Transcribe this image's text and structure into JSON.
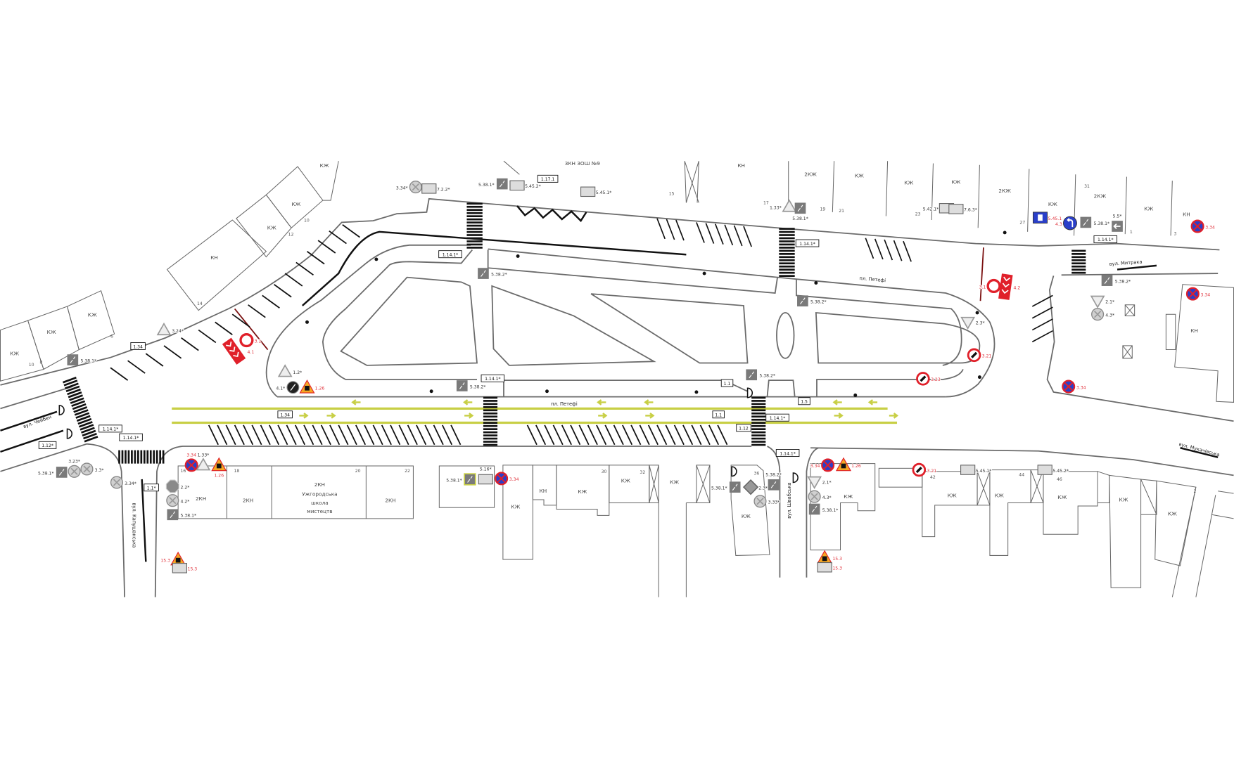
{
  "streets": [
    "вул. Чейбен",
    "вул. Капушанська",
    "вул. Швабська",
    "вул. Митрака",
    "вул. Мукачівська",
    "пл. Петефі",
    "пл. Петефі"
  ],
  "buildings": [
    "КЖ",
    "КЖ",
    "КЖ",
    "КН",
    "КЖ",
    "КЖ",
    "КЖ",
    "3КН  ЗОШ №9",
    "КН",
    "2КЖ",
    "КЖ",
    "КЖ",
    "КЖ",
    "2КЖ",
    "КЖ",
    "2КЖ",
    "КЖ",
    "КН",
    "КН",
    "2КН",
    "2КН",
    "2КН",
    "Ужгородська",
    "школа",
    "мистецтв",
    "2КН",
    "КН",
    "КЖ",
    "КЖ",
    "КЖ",
    "КЖ",
    "КЖ",
    "КЖ",
    "КЖ",
    "КЖ",
    "КЖ",
    "КЖ",
    "КЖ"
  ],
  "house_numbers": [
    "10",
    "8",
    "6",
    "14",
    "12",
    "10",
    "15",
    "17",
    "19",
    "21",
    "23",
    "27",
    "31",
    "1",
    "3",
    "16",
    "18",
    "20",
    "22",
    "30",
    "32",
    "36",
    "42",
    "44",
    "46",
    "2"
  ],
  "markings": [
    "1.34",
    "1.34",
    "1.14.1*",
    "1.14.1*",
    "1.14.1*",
    "1.14.1*",
    "1.14.1*",
    "1.14.1*",
    "1.14.1*",
    "1.14.1*",
    "1.12*",
    "1.1*",
    "1.17.1",
    "1.1",
    "1.1",
    "1.12",
    "1.5"
  ],
  "signs": [
    {
      "code": "3.34*",
      "icon": "no-stopping-existing",
      "status": "existing"
    },
    {
      "code": "7.2.2*",
      "icon": "plate",
      "status": "existing"
    },
    {
      "code": "5.38.1*",
      "icon": "crossing-sign",
      "status": "existing"
    },
    {
      "code": "5.45.2*",
      "icon": "plate",
      "status": "existing"
    },
    {
      "code": "5.45.1*",
      "icon": "plate",
      "status": "existing"
    },
    {
      "code": "1.33*",
      "icon": "warning-triangle",
      "status": "existing"
    },
    {
      "code": "5.38.1*",
      "icon": "crossing-sign",
      "status": "existing"
    },
    {
      "code": "5.42.1*",
      "icon": "plate",
      "status": "existing"
    },
    {
      "code": "7.6.3*",
      "icon": "plate",
      "status": "existing"
    },
    {
      "code": "5.45.1",
      "icon": "bus-stop-plate",
      "status": "new"
    },
    {
      "code": "4.3",
      "icon": "roundabout",
      "status": "new"
    },
    {
      "code": "5.38.1*",
      "icon": "crossing-sign",
      "status": "existing"
    },
    {
      "code": "5.5*",
      "icon": "one-way-arrow",
      "status": "existing"
    },
    {
      "code": "3.34",
      "icon": "no-stopping",
      "status": "new"
    },
    {
      "code": "3.34",
      "icon": "no-stopping",
      "status": "new"
    },
    {
      "code": "3.34",
      "icon": "no-stopping",
      "status": "new"
    },
    {
      "code": "4.2",
      "icon": "chevron-board",
      "status": "new"
    },
    {
      "code": "3.1",
      "icon": "no-entry-ring",
      "status": "new"
    },
    {
      "code": "2.1*",
      "icon": "yield",
      "status": "existing"
    },
    {
      "code": "4.3*",
      "icon": "roundabout-existing",
      "status": "existing"
    },
    {
      "code": "5.38.2*",
      "icon": "crossing-sign",
      "status": "existing"
    },
    {
      "code": "2.3*",
      "icon": "yield",
      "status": "existing"
    },
    {
      "code": "3.21",
      "icon": "prohibition",
      "status": "new"
    },
    {
      "code": "3.23",
      "icon": "prohibition",
      "status": "new"
    },
    {
      "code": "5.38.2*",
      "icon": "crossing-sign",
      "status": "existing"
    },
    {
      "code": "5.38.2*",
      "icon": "crossing-sign",
      "status": "existing"
    },
    {
      "code": "5.38.2*",
      "icon": "crossing-sign",
      "status": "existing"
    },
    {
      "code": "5.38.2*",
      "icon": "crossing-sign",
      "status": "existing"
    },
    {
      "code": "3.1",
      "icon": "no-entry-ring",
      "status": "new"
    },
    {
      "code": "4.1",
      "icon": "chevron-board",
      "status": "new"
    },
    {
      "code": "1.2*",
      "icon": "warning-triangle",
      "status": "existing"
    },
    {
      "code": "4.1*",
      "icon": "direction-dark",
      "status": "existing"
    },
    {
      "code": "1.26",
      "icon": "children-warning",
      "status": "new"
    },
    {
      "code": "3.34*",
      "icon": "no-stopping-existing",
      "status": "existing"
    },
    {
      "code": "5.38.1*",
      "icon": "crossing-sign",
      "status": "existing"
    },
    {
      "code": "3.23*",
      "icon": "prohibition-existing",
      "status": "existing"
    },
    {
      "code": "3.3*",
      "icon": "prohibition-existing",
      "status": "existing"
    },
    {
      "code": "3.34",
      "icon": "no-stopping",
      "status": "new"
    },
    {
      "code": "1.33*",
      "icon": "warning-triangle",
      "status": "existing"
    },
    {
      "code": "1.26",
      "icon": "children-warning",
      "status": "new"
    },
    {
      "code": "2.2*",
      "icon": "stop",
      "status": "existing"
    },
    {
      "code": "4.2*",
      "icon": "roundabout-existing",
      "status": "existing"
    },
    {
      "code": "5.38.1*",
      "icon": "crossing-sign",
      "status": "existing"
    },
    {
      "code": "15.3",
      "icon": "roadworks",
      "status": "new"
    },
    {
      "code": "15.3",
      "icon": "detour-plate",
      "status": "new"
    },
    {
      "code": "5.38.1*",
      "icon": "crossing-sign-highlighted",
      "status": "existing"
    },
    {
      "code": "5.16*",
      "icon": "plate",
      "status": "existing"
    },
    {
      "code": "3.34",
      "icon": "no-stopping",
      "status": "new"
    },
    {
      "code": "5.38.1*",
      "icon": "crossing-sign",
      "status": "existing"
    },
    {
      "code": "2.3*",
      "icon": "priority-diamond",
      "status": "existing"
    },
    {
      "code": "3.33*",
      "icon": "no-stopping-existing",
      "status": "existing"
    },
    {
      "code": "5.38.2*",
      "icon": "crossing-sign",
      "status": "existing"
    },
    {
      "code": "3.34",
      "icon": "no-stopping",
      "status": "new"
    },
    {
      "code": "1.26",
      "icon": "children-warning",
      "status": "new"
    },
    {
      "code": "2.1*",
      "icon": "yield",
      "status": "existing"
    },
    {
      "code": "4.3*",
      "icon": "roundabout-existing",
      "status": "existing"
    },
    {
      "code": "5.38.1*",
      "icon": "crossing-sign",
      "status": "existing"
    },
    {
      "code": "15.3",
      "icon": "roadworks",
      "status": "new"
    },
    {
      "code": "15.3",
      "icon": "detour-plate",
      "status": "new"
    },
    {
      "code": "3.21",
      "icon": "prohibition",
      "status": "new"
    },
    {
      "code": "5.45.1*",
      "icon": "plate",
      "status": "existing"
    },
    {
      "code": "5.45.2*",
      "icon": "plate",
      "status": "existing"
    },
    {
      "code": "5.38.1*",
      "icon": "crossing-sign",
      "status": "existing"
    },
    {
      "code": "3.24*",
      "icon": "warning-triangle",
      "status": "existing"
    }
  ],
  "colors": {
    "lane_line": "#c8cf45",
    "new_sign_label": "#e0303a",
    "existing_label": "#333333",
    "sign_blue": "#2a3fc9",
    "sign_red": "#e0202a",
    "warning_orange": "#f5a623",
    "existing_sign_gray": "#7a7a7a"
  }
}
